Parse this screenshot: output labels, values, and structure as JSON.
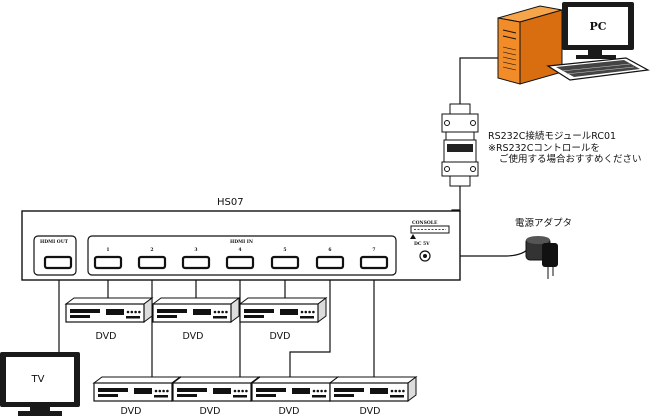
{
  "switch": {
    "model": "HS07",
    "hdmi_out_label": "HDMI OUT",
    "hdmi_in_label": "HDMI IN",
    "port_numbers": [
      "1",
      "2",
      "3",
      "4",
      "5",
      "6",
      "7"
    ],
    "console_label": "CONSOLE",
    "power_jack_label": "DC 5V"
  },
  "rs232": {
    "title": "RS232C接続モジュールRC01",
    "note_line1": "※RS232Cコントロールを",
    "note_line2": "ご使用する場合おすすめください"
  },
  "power_adapter_label": "電源アダプタ",
  "pc_label": "PC",
  "tv_label": "TV",
  "dvd_label": "DVD",
  "colors": {
    "pc_tower": "#f28c28",
    "pc_tower_dark": "#d96e10",
    "line": "#111111"
  }
}
